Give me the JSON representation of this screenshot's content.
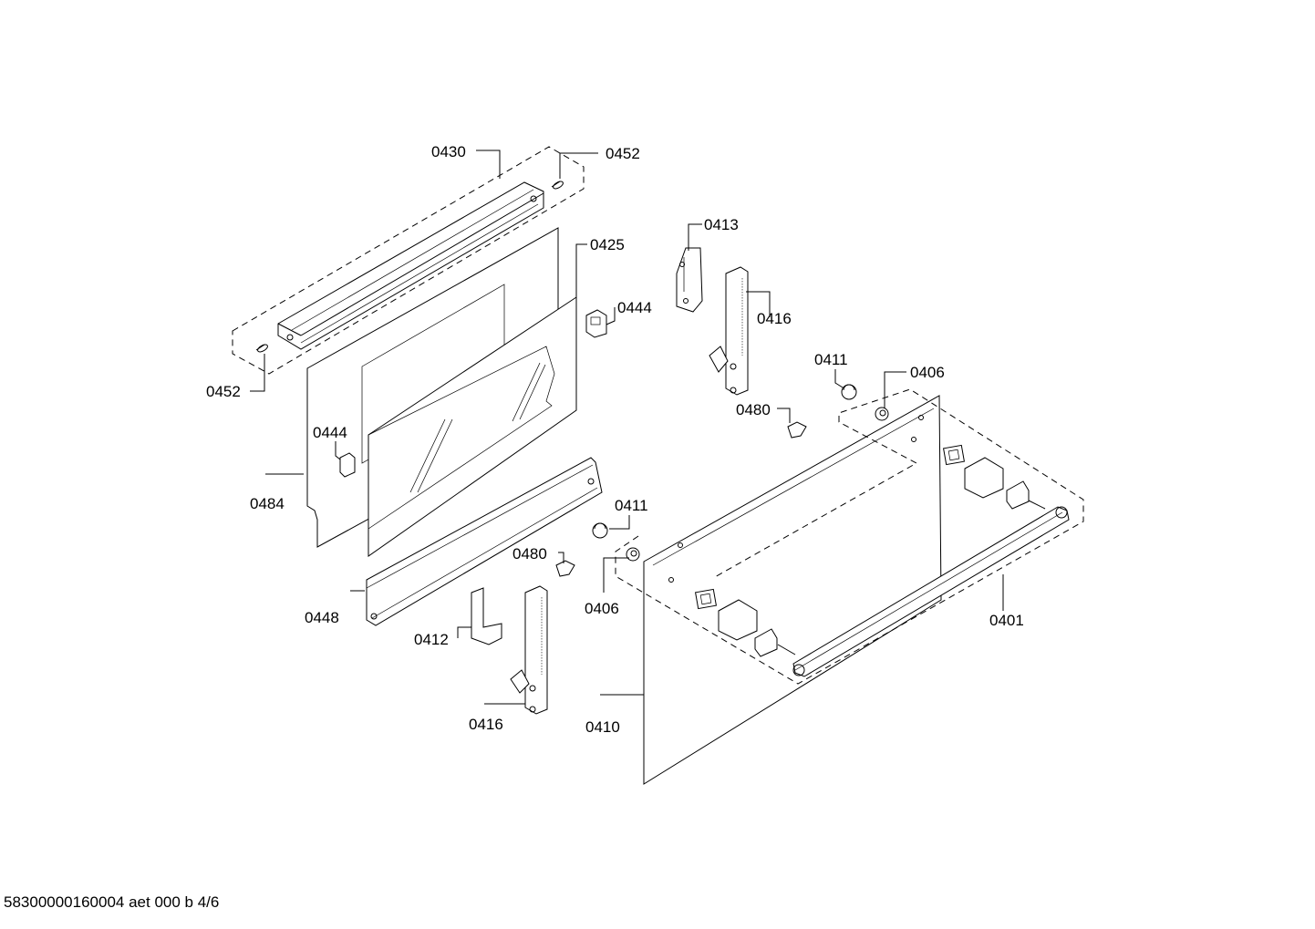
{
  "diagram": {
    "labels": {
      "l0430": "0430",
      "l0452a": "0452",
      "l0452b": "0452",
      "l0425": "0425",
      "l0444a": "0444",
      "l0444b": "0444",
      "l0484": "0484",
      "l0448": "0448",
      "l0412": "0412",
      "l0416a": "0416",
      "l0480a": "0480",
      "l0411a": "0411",
      "l0406a": "0406",
      "l0410": "0410",
      "l0413": "0413",
      "l0416b": "0416",
      "l0411b": "0411",
      "l0406b": "0406",
      "l0480b": "0480",
      "l0401": "0401"
    }
  },
  "footer": {
    "code": "58300000160004 aet 000 b 4/6"
  }
}
